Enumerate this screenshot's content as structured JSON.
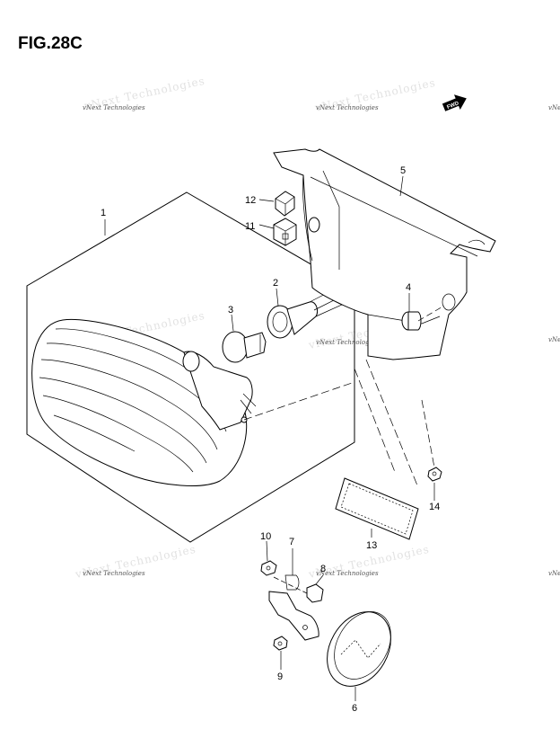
{
  "title": "FIG.28C",
  "fwd_label": "FWD",
  "watermark": "vNext Technologies",
  "callouts": [
    "1",
    "2",
    "3",
    "4",
    "5",
    "6",
    "7",
    "8",
    "9",
    "10",
    "11",
    "12",
    "13",
    "14"
  ]
}
